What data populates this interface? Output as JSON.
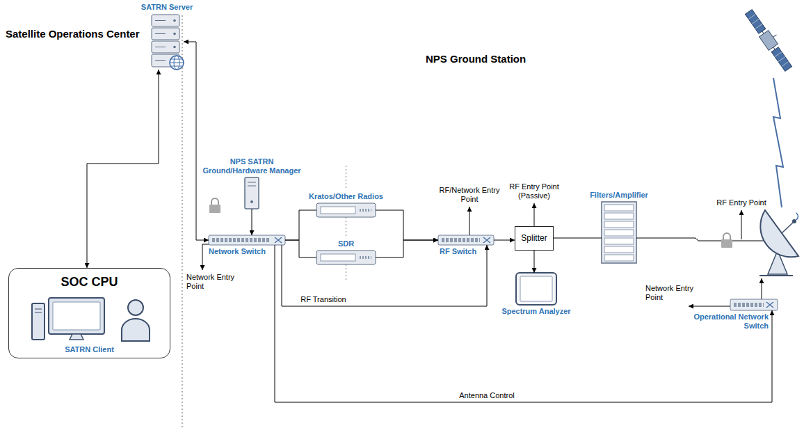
{
  "diagram": {
    "nodes": [
      {
        "text": [
          "SATRN Server"
        ]
      },
      {
        "text": [
          "SOC CPU",
          "SATRN Client"
        ]
      },
      {
        "text": [
          "NPS SATRN Ground/Hardware Manager"
        ]
      },
      {
        "text": [
          "Network Switch"
        ]
      },
      {
        "text": [
          "Kratos/Other Radios"
        ]
      },
      {
        "text": [
          "SDR"
        ]
      },
      {
        "text": [
          "RF Switch"
        ]
      },
      {
        "text": [
          "Splitter"
        ]
      },
      {
        "text": [
          "Spectrum Analyzer"
        ]
      },
      {
        "text": [
          "Filters/Amplifier"
        ]
      },
      {
        "text": [
          "Operational Network Switch"
        ]
      }
    ],
    "edges": [
      {
        "from": 0,
        "to": 1,
        "arrow": "both"
      },
      {
        "from": 0,
        "to": 3,
        "arrow": "both"
      },
      {
        "from": 2,
        "to": 3,
        "arrow": "to"
      },
      {
        "from": 3,
        "to": 4,
        "arrow": "none"
      },
      {
        "from": 3,
        "to": 5,
        "arrow": "none"
      },
      {
        "from": 4,
        "to": 6,
        "arrow": "to"
      },
      {
        "from": 5,
        "to": 6,
        "arrow": "to"
      },
      {
        "from": 3,
        "to": 6,
        "label": "RF Transition",
        "arrow": "to"
      },
      {
        "from": 6,
        "to": 7,
        "arrow": "to"
      },
      {
        "from": 7,
        "to": 8,
        "arrow": "to"
      },
      {
        "from": 7,
        "to": 9,
        "arrow": "none"
      },
      {
        "from": 3,
        "to": 10,
        "label": "Antenna Control",
        "arrow": "to"
      }
    ],
    "labels": [
      "Satellite Operations Center",
      "NPS Ground Station",
      "Network Entry Point",
      "RF/Network Entry Point",
      "RF Entry Point (Passive)",
      "RF Entry Point",
      "Network Entry Point"
    ]
  }
}
